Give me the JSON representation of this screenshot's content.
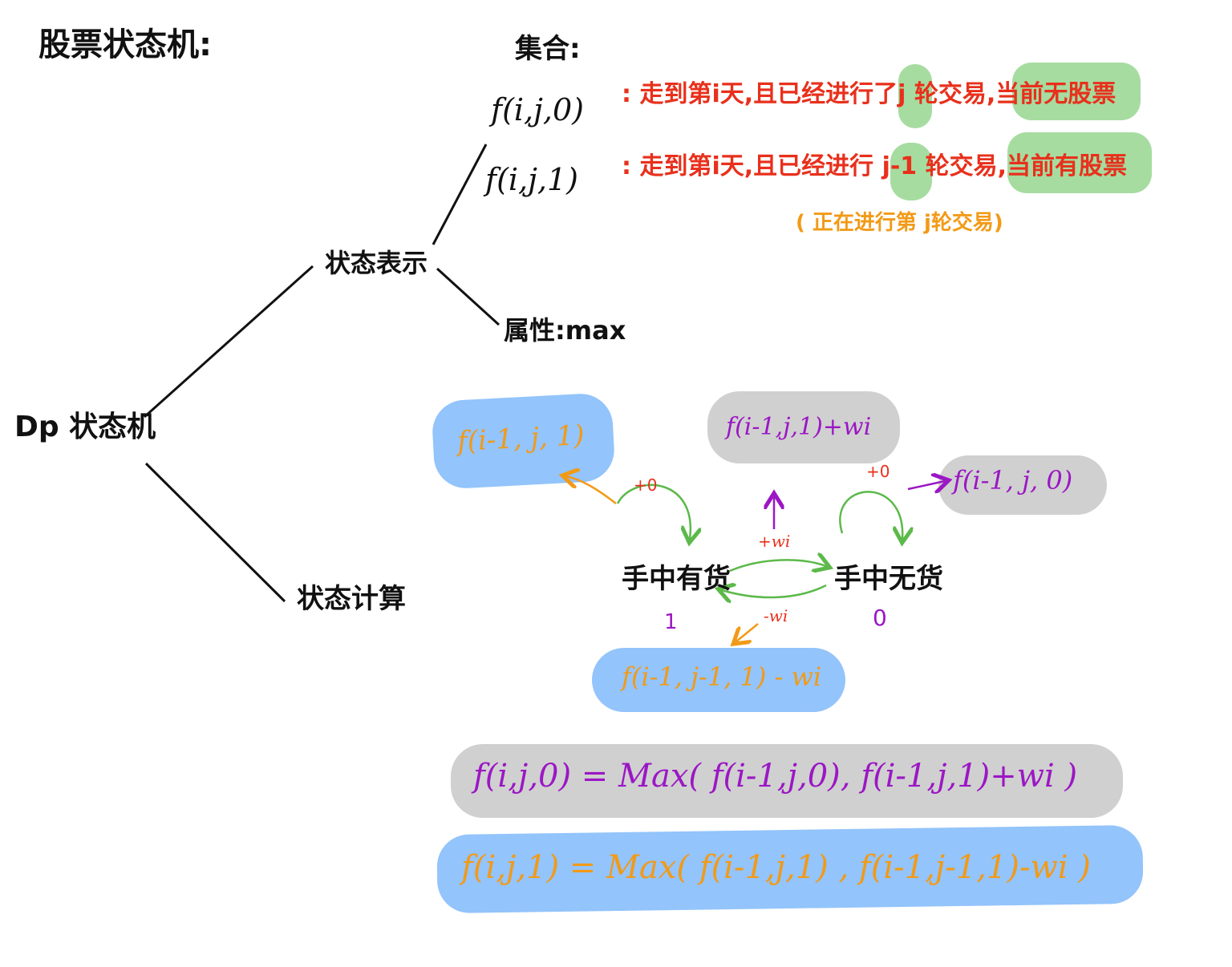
{
  "title": "股票状态机:",
  "root": "Dp 状态机",
  "branch_state": "状态表示",
  "branch_calc": "状态计算",
  "set_label": "集合:",
  "property": "属性:max",
  "states": [
    {
      "expr": "f(i,j,0)",
      "desc": ": 走到第i天,且已经进行了j 轮交易,当前无股票"
    },
    {
      "expr": "f(i,j,1)",
      "desc": ": 走到第i天,且已经进行 j-1 轮交易,当前有股票"
    }
  ],
  "note": "( 正在进行第 j轮交易)",
  "machine": {
    "have": "手中有货",
    "have_id": "1",
    "none": "手中无货",
    "none_id": "0",
    "self_have": "+0",
    "self_none": "+0",
    "sell": "+wi",
    "buy": "-wi",
    "box_have_self": "f(i-1, j, 1)",
    "box_sell": "f(i-1,j,1)+wi",
    "box_none_self": "f(i-1, j, 0)",
    "box_buy": "f(i-1, j-1, 1) - wi"
  },
  "eq0": "f(i,j,0) = Max( f(i-1,j,0), f(i-1,j,1)+wi )",
  "eq1": "f(i,j,1) = Max( f(i-1,j,1) , f(i-1,j-1,1)-wi )",
  "colors": {
    "red": "#e8301c",
    "orange": "#f29a17",
    "purple": "#9b17c4",
    "green": "#5cb94a",
    "blue_hl": "#93c4fb",
    "gray_hl": "#d0d0d0",
    "green_hl": "#a6dca0"
  }
}
